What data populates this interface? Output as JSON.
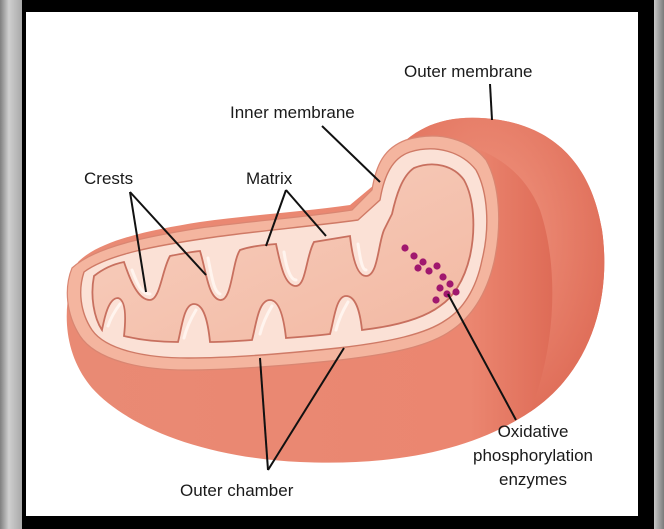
{
  "labels": {
    "outer_membrane": "Outer membrane",
    "inner_membrane": "Inner membrane",
    "crests": "Crests",
    "matrix": "Matrix",
    "outer_chamber": "Outer chamber",
    "oxphos_line1": "Oxidative",
    "oxphos_line2": "phosphorylation",
    "oxphos_line3": "enzymes"
  },
  "colors": {
    "outer_shell": "#e9806b",
    "outer_shell_dark": "#d9604d",
    "inner_fill": "#f6c2ae",
    "matrix_fill": "#f3c4b1",
    "membrane_line": "#c8705f",
    "enzyme": "#a0186e",
    "leader_line": "#111111"
  }
}
